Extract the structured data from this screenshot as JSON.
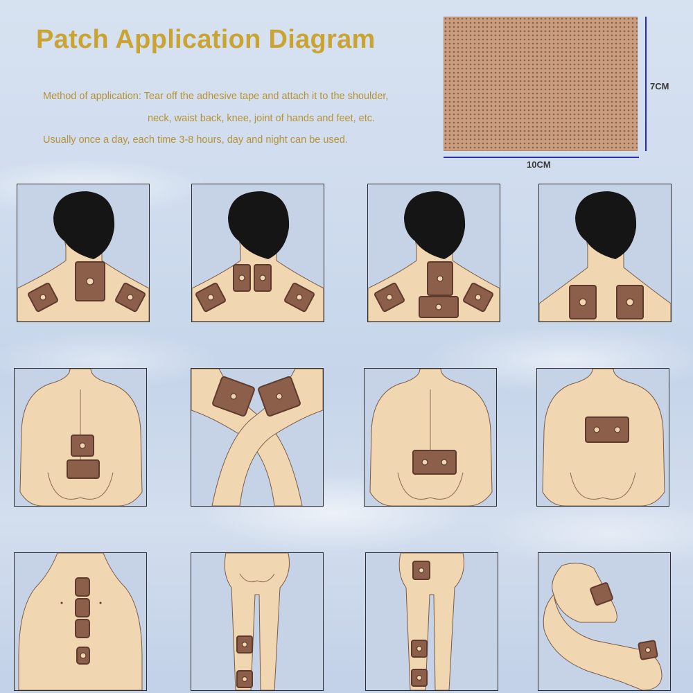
{
  "title": "Patch Application Diagram",
  "instructions": {
    "line1": "Method of application: Tear off the adhesive tape and attach it to the shoulder,",
    "line2": "neck, waist back, knee, joint of hands and feet, etc.",
    "line3": "Usually once a day, each time 3-8 hours, day and night can be used."
  },
  "patch_sample": {
    "height_label": "7CM",
    "width_label": "10CM"
  },
  "colors": {
    "title": "#caa433",
    "instructions": "#b59234",
    "skin": "#f1d6b2",
    "patch": "#8c5f4b",
    "patch_border": "#5e3b2c",
    "dimension_line": "#2929b8",
    "hair": "#151515"
  },
  "panels": [
    {
      "row": 1,
      "figure": "neck-and-shoulders",
      "patches": "upper-neck and both shoulders"
    },
    {
      "row": 1,
      "figure": "neck-and-shoulders",
      "patches": "two on neck base and both shoulders"
    },
    {
      "row": 1,
      "figure": "neck-and-shoulders",
      "patches": "neck, upper back and both shoulders"
    },
    {
      "row": 1,
      "figure": "neck-and-shoulders",
      "patches": "both shoulder blades"
    },
    {
      "row": 2,
      "figure": "back",
      "patches": "lower spine"
    },
    {
      "row": 2,
      "figure": "crossed-legs",
      "patches": "both knees"
    },
    {
      "row": 2,
      "figure": "back",
      "patches": "lower waist"
    },
    {
      "row": 2,
      "figure": "back",
      "patches": "mid back"
    },
    {
      "row": 3,
      "figure": "back",
      "patches": "along spine"
    },
    {
      "row": 3,
      "figure": "legs",
      "patches": "knees and ankles"
    },
    {
      "row": 3,
      "figure": "legs",
      "patches": "hip, knee and ankle"
    },
    {
      "row": 3,
      "figure": "arm",
      "patches": "elbow and wrist"
    }
  ]
}
